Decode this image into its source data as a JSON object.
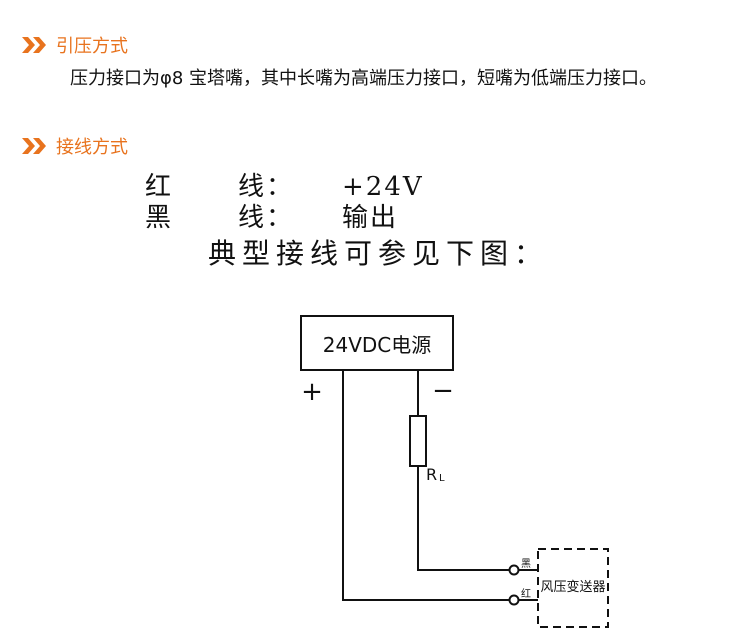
{
  "sections": [
    {
      "title": "引压方式"
    },
    {
      "title": "接线方式"
    }
  ],
  "pressure_text": "压力接口为φ8 宝塔嘴，其中长嘴为高端压力接口，短嘴为低端压力接口。",
  "wiring": [
    {
      "color": "红",
      "wire": "线：",
      "value": "+24V"
    },
    {
      "color": "黑",
      "wire": "线：",
      "value": "输出"
    }
  ],
  "typical_text": "典型接线可参见下图：",
  "diagram": {
    "power_label": "24VDC电源",
    "plus": "+",
    "minus": "−",
    "resistor_label": "R",
    "resistor_sub": "L",
    "black_label": "黑",
    "red_label": "红",
    "device_label": "风压变送器"
  },
  "colors": {
    "accent": "#e8731e"
  }
}
